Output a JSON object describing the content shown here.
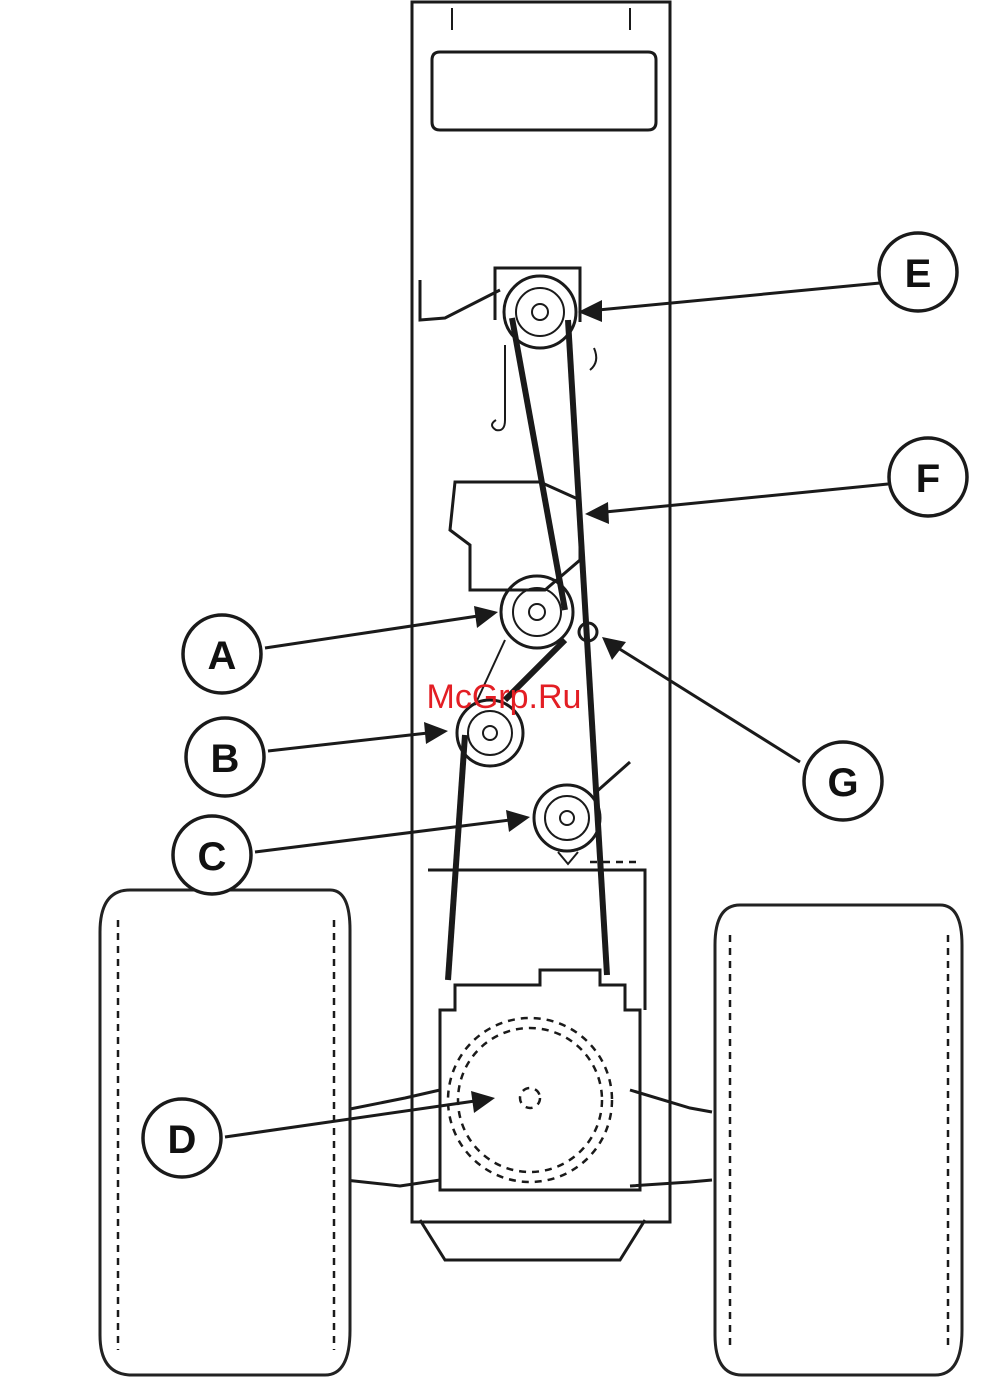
{
  "watermark": "McGrp.Ru",
  "callouts": {
    "a": "A",
    "b": "B",
    "c": "C",
    "d": "D",
    "e": "E",
    "f": "F",
    "g": "G"
  }
}
